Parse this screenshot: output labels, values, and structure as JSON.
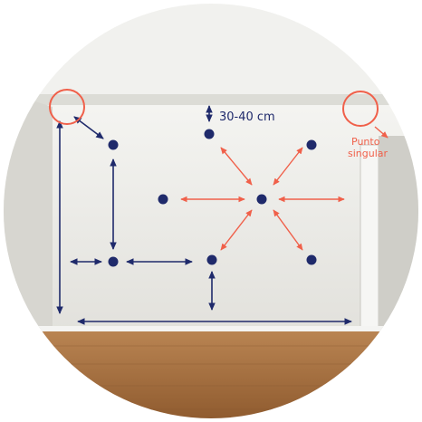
{
  "annotations": {
    "spacing_label": "30-40 cm",
    "singular_point_label_line1": "Punto",
    "singular_point_label_line2": "singular"
  },
  "colors": {
    "navy": "#1f2a6b",
    "coral": "#f0604a",
    "wall": "#e9e8e3",
    "floor": "#a8703e",
    "ceiling": "#f2f2ef"
  }
}
